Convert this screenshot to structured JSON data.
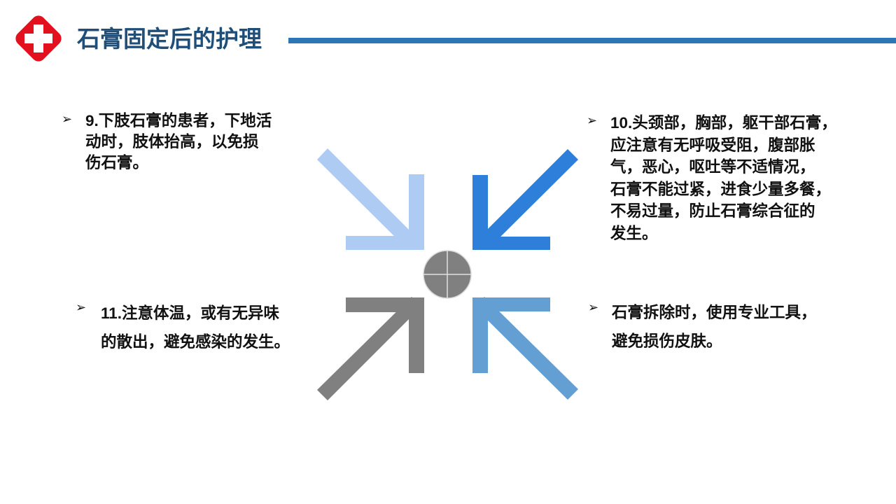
{
  "header": {
    "logo": "red-cross-medical-logo-icon",
    "title": "石膏固定后的护理",
    "title_color": "#1f4e79",
    "bar_color": "#2e75b6"
  },
  "bullet_icon": "arrowhead-bullet-icon",
  "bullets": [
    {
      "number": "9.",
      "text": "下肢石膏的患者，下地活动时，肢体抬高，以免损伤石膏。",
      "lines": [
        "下肢石膏的患者，下地活",
        "动时，肢体抬高，以免损",
        "伤石膏。"
      ],
      "position": "top-left"
    },
    {
      "number": "10.",
      "text": "头颈部，胸部，躯干部石膏，应注意有无呼吸受阻，腹部胀气，恶心，呕吐等不适情况，石膏不能过紧，进食少量多餐，不易过量，防止石膏综合征的发生。",
      "lines": [
        "头颈部，胸部，躯干部石膏，",
        "应注意有无呼吸受阻，腹部胀",
        "气，恶心，呕吐等不适情况，",
        "石膏不能过紧，进食少量多餐，",
        "不易过量，防止石膏综合征的",
        "发生。"
      ],
      "position": "top-right"
    },
    {
      "number": "11.",
      "text": "注意体温，或有无异味的散出，避免感染的发生。",
      "lines": [
        "注意体温，或有无异味",
        "的散出，避免感染的发生。"
      ],
      "position": "bottom-left"
    },
    {
      "number": "",
      "text": "石膏拆除时，使用专业工具，避免损伤皮肤。",
      "lines": [
        "石膏拆除时，使用专业工具，",
        "避免损伤皮肤。"
      ],
      "position": "bottom-right"
    }
  ],
  "graphic": {
    "description": "four arrows converging on a center circle",
    "arrows": [
      {
        "name": "arrow-top-left",
        "direction": "down-right",
        "color": "#aecbf4"
      },
      {
        "name": "arrow-top-right",
        "direction": "down-left",
        "color": "#2e7fd9"
      },
      {
        "name": "arrow-bottom-left",
        "direction": "up-right",
        "color": "#808080"
      },
      {
        "name": "arrow-bottom-right",
        "direction": "up-left",
        "color": "#639fd3"
      }
    ],
    "center": {
      "color": "#808080",
      "line_color": "#e0e0e0"
    }
  }
}
